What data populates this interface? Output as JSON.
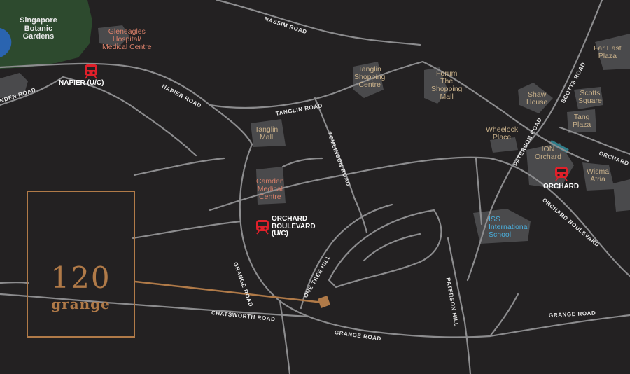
{
  "colors": {
    "background": "#232122",
    "road": "#8c8c8e",
    "building": "#4a4a4c",
    "park": "#2d4a2e",
    "water": "#2a64b0",
    "accent": "#b07a48",
    "mrt": "#e0202a",
    "place_gold": "#c8b08a",
    "place_pink": "#d9806a",
    "place_blue": "#4aaedc"
  },
  "logo": {
    "number": "120",
    "word": "grange"
  },
  "roads": [
    {
      "id": "nassim",
      "label": "NASSIM ROAD"
    },
    {
      "id": "napier",
      "label": "NAPIER ROAD"
    },
    {
      "id": "camden",
      "label": "NDEN ROAD"
    },
    {
      "id": "tanglin",
      "label": "TANGLIN ROAD"
    },
    {
      "id": "tomlinson",
      "label": "TOMLINSON ROAD"
    },
    {
      "id": "scotts",
      "label": "SCOTTS ROAD"
    },
    {
      "id": "paterson1",
      "label": "PATERSON ROAD"
    },
    {
      "id": "orchard",
      "label": "ORCHARD"
    },
    {
      "id": "orchardblvd",
      "label": "ORCHARD BOULEVARD"
    },
    {
      "id": "grange1",
      "label": "GRANGE ROAD"
    },
    {
      "id": "onetree",
      "label": "ONE TREE HILL"
    },
    {
      "id": "patersonhill",
      "label": "PATERSON HILL"
    },
    {
      "id": "chatsworth",
      "label": "CHATSWORTH ROAD"
    },
    {
      "id": "grange2",
      "label": "GRANGE ROAD"
    },
    {
      "id": "grange3",
      "label": "GRANGE ROAD"
    }
  ],
  "places": [
    {
      "id": "botanic",
      "label": "Singapore\nBotanic\nGardens",
      "color_key": "white"
    },
    {
      "id": "gleneagles",
      "label": "Gleneagles\nHospital/\nMedical Centre",
      "color_key": "pink"
    },
    {
      "id": "tanglin-sc",
      "label": "Tanglin\nShopping\nCentre",
      "color_key": "gold"
    },
    {
      "id": "forum",
      "label": "Forum\nThe\nShopping\nMall",
      "color_key": "gold"
    },
    {
      "id": "fareast",
      "label": "Far East\nPlaza",
      "color_key": "gold"
    },
    {
      "id": "shaw",
      "label": "Shaw\nHouse",
      "color_key": "gold"
    },
    {
      "id": "scotts-sq",
      "label": "Scotts\nSquare",
      "color_key": "gold"
    },
    {
      "id": "tang",
      "label": "Tang\nPlaza",
      "color_key": "gold"
    },
    {
      "id": "tanglin-mall",
      "label": "Tanglin\nMall",
      "color_key": "gold"
    },
    {
      "id": "wheelock",
      "label": "Wheelock\nPlace",
      "color_key": "gold"
    },
    {
      "id": "ion",
      "label": "ION\nOrchard",
      "color_key": "gold"
    },
    {
      "id": "wisma",
      "label": "Wisma\nAtria",
      "color_key": "gold"
    },
    {
      "id": "camden-mc",
      "label": "Camden\nMedical\nCentre",
      "color_key": "pink"
    },
    {
      "id": "iss",
      "label": "ISS\nInternational\nSchool",
      "color_key": "blue"
    }
  ],
  "stations": [
    {
      "id": "napier",
      "label": "NAPIER (U/C)"
    },
    {
      "id": "orchard",
      "label": "ORCHARD"
    },
    {
      "id": "orchard-blvd",
      "label": "ORCHARD\nBOULEVARD\n(U/C)"
    }
  ]
}
